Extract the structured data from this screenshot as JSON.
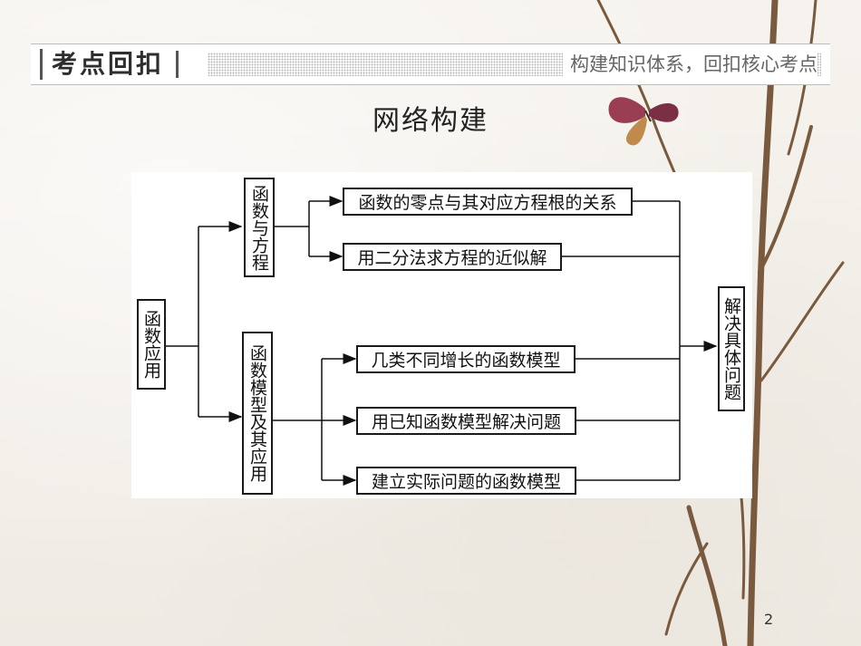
{
  "header": {
    "title": "考点回扣",
    "subtitle": "构建知识体系，回扣核心考点"
  },
  "section_title": "网络构建",
  "diagram": {
    "root": "函数应用",
    "branches": [
      {
        "label": "函数与方程",
        "children": [
          "函数的零点与其对应方程根的关系",
          "用二分法求方程的近似解"
        ]
      },
      {
        "label": "函数模型及其应用",
        "children": [
          "几类不同增长的函数模型",
          "用已知函数模型解决问题",
          "建立实际问题的函数模型"
        ]
      }
    ],
    "target": "解决具体问题"
  },
  "page_number": "2"
}
